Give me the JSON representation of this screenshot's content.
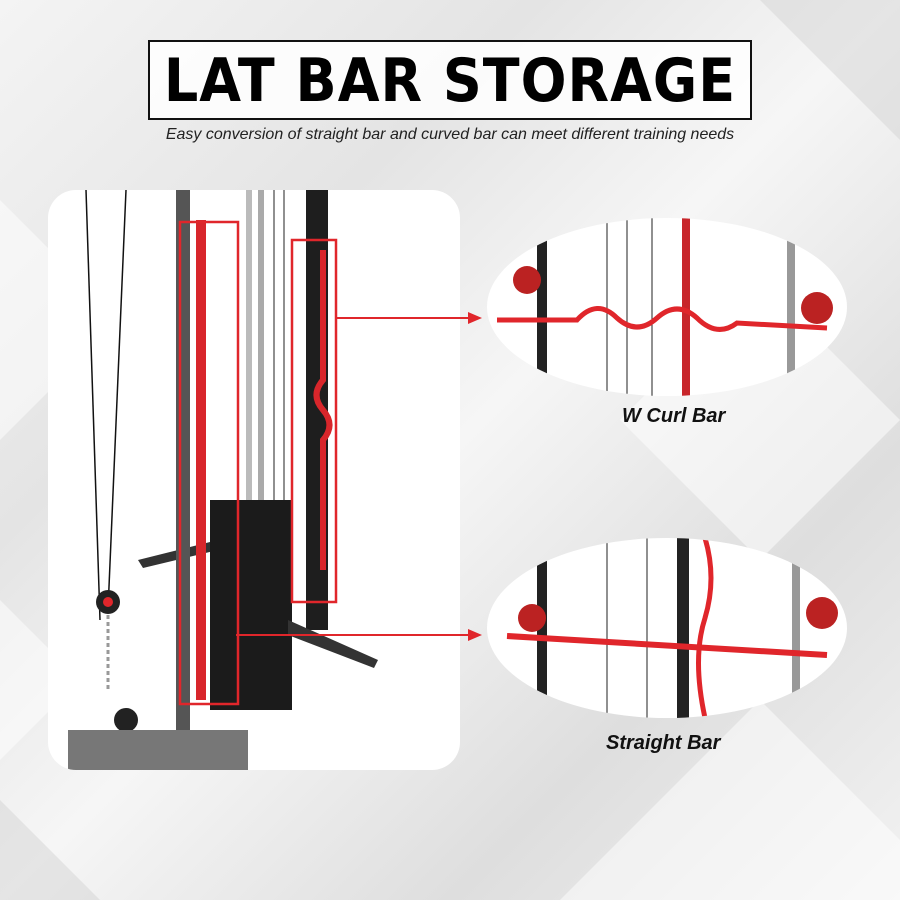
{
  "header": {
    "title": "LAT BAR STORAGE",
    "subtitle": "Easy conversion of straight bar and curved bar can meet different training needs"
  },
  "details": [
    {
      "label": "W Curl Bar"
    },
    {
      "label": "Straight Bar"
    }
  ],
  "colors": {
    "accent": "#e0262b",
    "frame": "#222222"
  }
}
